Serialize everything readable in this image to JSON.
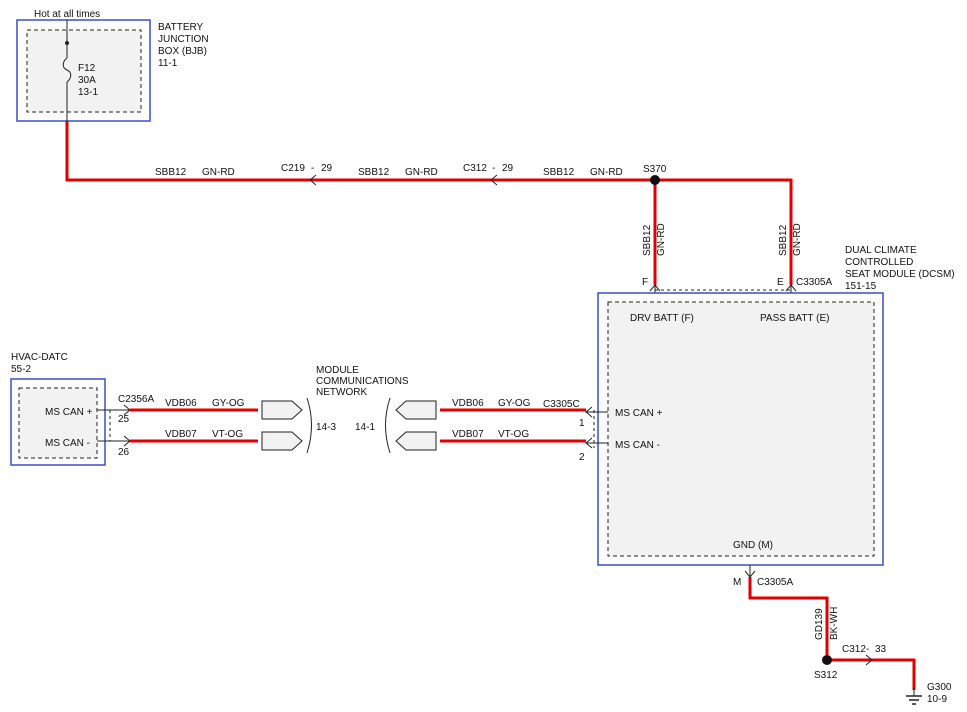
{
  "bjb": {
    "feed_label": "Hot at all times",
    "name_line1": "BATTERY",
    "name_line2": "JUNCTION",
    "name_line3": "BOX (BJB)",
    "page_ref": "11-1",
    "fuse_id": "F12",
    "fuse_rating": "30A",
    "fuse_ref": "13-1"
  },
  "feed_wire": {
    "circuit": "SBB12",
    "color": "GN-RD"
  },
  "inline_connectors": {
    "c219": "C219",
    "c219_pin": "29",
    "c312": "C312",
    "c312_pin": "29",
    "dash": "-"
  },
  "splices": {
    "s370": "S370",
    "s312": "S312"
  },
  "dcsm": {
    "name_line1": "DUAL CLIMATE",
    "name_line2": "CONTROLLED",
    "name_line3": "SEAT MODULE (DCSM)",
    "page_ref": "151-15",
    "connector": "C3305A",
    "pin_f": "F",
    "pin_e": "E",
    "drv_batt": "DRV BATT (F)",
    "pass_batt": "PASS BATT (E)",
    "ms_can_plus": "MS CAN +",
    "ms_can_minus": "MS CAN -",
    "can_connector": "C3305C",
    "can_pin1": "1",
    "can_pin2": "2",
    "gnd": "GND (M)",
    "pin_m": "M"
  },
  "hvac": {
    "name": "HVAC-DATC",
    "page_ref": "55-2",
    "connector": "C2356A",
    "pin25": "25",
    "pin26": "26",
    "ms_can_plus": "MS CAN +",
    "ms_can_minus": "MS CAN -"
  },
  "network": {
    "line1": "MODULE",
    "line2": "COMMUNICATIONS",
    "line3": "NETWORK",
    "left_ref": "14-3",
    "right_ref": "14-1"
  },
  "can_wires": {
    "high_circuit": "VDB06",
    "high_color": "GY-OG",
    "low_circuit": "VDB07",
    "low_color": "VT-OG"
  },
  "ground": {
    "circuit": "GD139",
    "color": "BK-WH",
    "connector": "C312",
    "connector_pin": "33",
    "dash": "-",
    "ground_id": "G300",
    "page_ref": "10-9"
  }
}
